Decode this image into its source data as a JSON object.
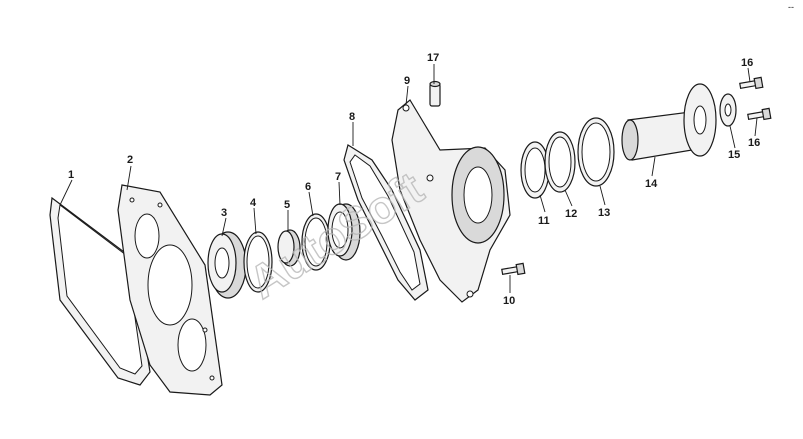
{
  "watermark": "AutoSoft",
  "corner_mark": "--",
  "callouts": [
    "1",
    "2",
    "3",
    "4",
    "5",
    "6",
    "7",
    "8",
    "9",
    "10",
    "11",
    "12",
    "13",
    "14",
    "15",
    "16",
    "16",
    "17"
  ]
}
